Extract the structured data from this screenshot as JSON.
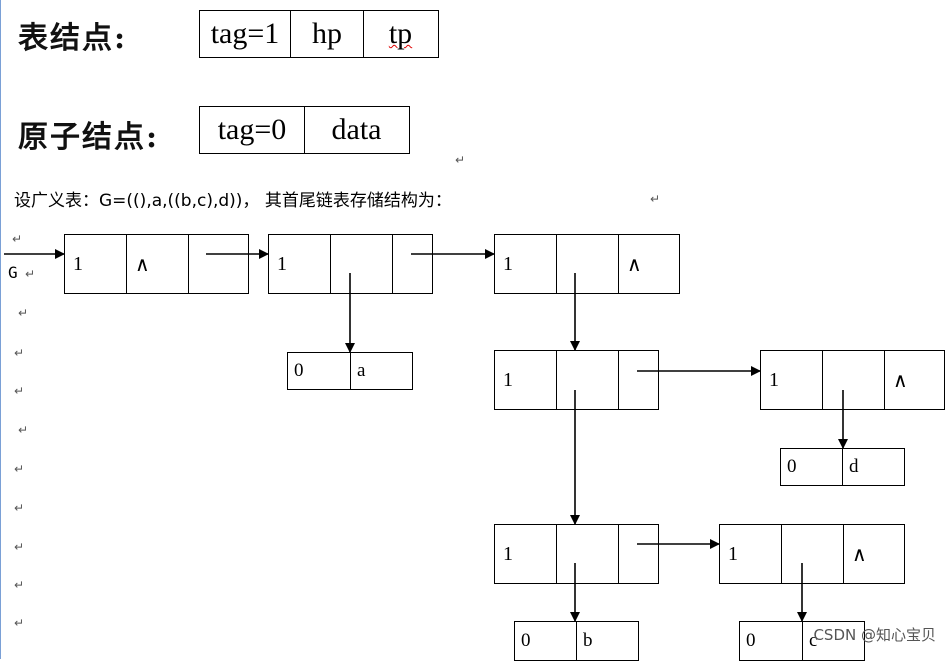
{
  "header": {
    "table_node_label": "表结点:",
    "table_node_fields": [
      "tag=1",
      "hp",
      "tp"
    ],
    "atom_node_label": "原子结点:",
    "atom_node_fields": [
      "tag=0",
      "data"
    ]
  },
  "description": "设广义表：G=((),a,((b,c),d))， 其首尾链表存储结构为：",
  "head_pointer_label": "G",
  "nil_symbol": "∧",
  "return_mark": "↵",
  "nodes": {
    "n1": [
      "1",
      "∧",
      ""
    ],
    "n2": [
      "1",
      "",
      ""
    ],
    "n3": [
      "1",
      "",
      "∧"
    ],
    "n4": [
      "1",
      "",
      ""
    ],
    "n5": [
      "1",
      "",
      "∧"
    ],
    "n6": [
      "1",
      "",
      ""
    ],
    "n7": [
      "1",
      "",
      "∧"
    ],
    "atom_a": [
      "0",
      "a"
    ],
    "atom_d": [
      "0",
      "d"
    ],
    "atom_b": [
      "0",
      "b"
    ],
    "atom_c": [
      "0",
      "c"
    ]
  },
  "watermark": "CSDN @知心宝贝"
}
